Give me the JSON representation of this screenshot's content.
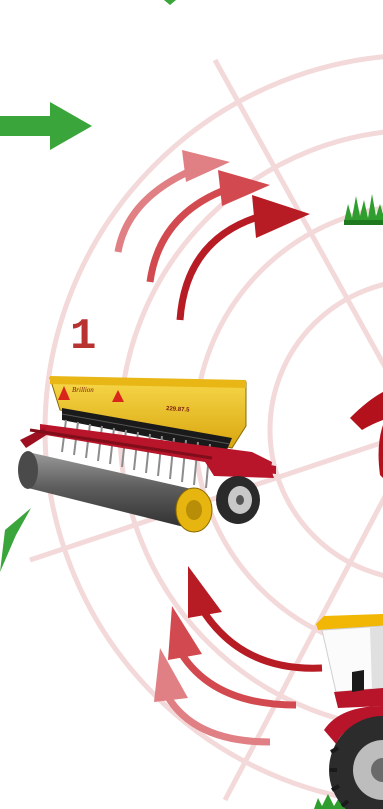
{
  "step": {
    "number": "1"
  },
  "machine": {
    "brand": "Brillion",
    "model_plate": "229.87.5"
  },
  "colors": {
    "background": "#ffffff",
    "rings": "#f2d6d6",
    "arrow_green": "#3aa53a",
    "arrow_red_dark": "#b71c24",
    "arrow_red_mid": "#d24a4f",
    "arrow_red_light": "#e07f84",
    "number_red": "#b83232",
    "seeder_yellow": "#f2c318",
    "frame_red": "#b8152a",
    "roller_gray": "#6e6e6e",
    "grass_green": "#2f9e2f"
  },
  "icons": [
    "arrow-right-icon",
    "curved-arrow-icon",
    "grass-icon",
    "seeder-machine-icon",
    "tractor-icon"
  ]
}
